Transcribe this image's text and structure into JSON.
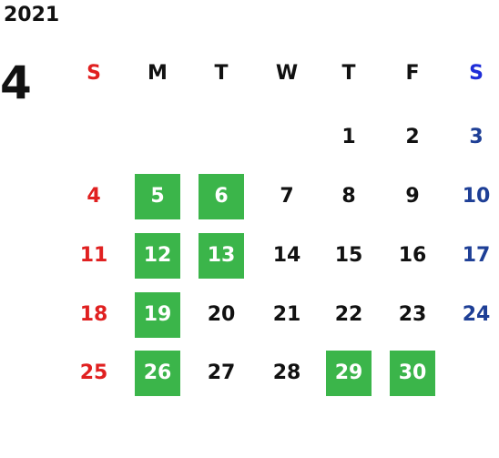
{
  "calendar": {
    "year": "2021",
    "month": "4",
    "weekdays": [
      "S",
      "M",
      "T",
      "W",
      "T",
      "F",
      "S"
    ],
    "weeks": [
      [
        "",
        "",
        "",
        "",
        "1",
        "2",
        "3"
      ],
      [
        "4",
        "5",
        "6",
        "7",
        "8",
        "9",
        "10"
      ],
      [
        "11",
        "12",
        "13",
        "14",
        "15",
        "16",
        "17"
      ],
      [
        "18",
        "19",
        "20",
        "21",
        "22",
        "23",
        "24"
      ],
      [
        "25",
        "26",
        "27",
        "28",
        "29",
        "30",
        ""
      ]
    ],
    "highlighted_days": [
      "5",
      "6",
      "12",
      "13",
      "19",
      "26",
      "29",
      "30"
    ]
  },
  "colors": {
    "sunday": "#e02020",
    "saturday": "#1e3f96",
    "sunday_header": "#e02020",
    "saturday_header": "#1f2ed8",
    "weekday": "#111111",
    "highlight_bg": "#3bb54a",
    "highlight_text": "#ffffff"
  }
}
